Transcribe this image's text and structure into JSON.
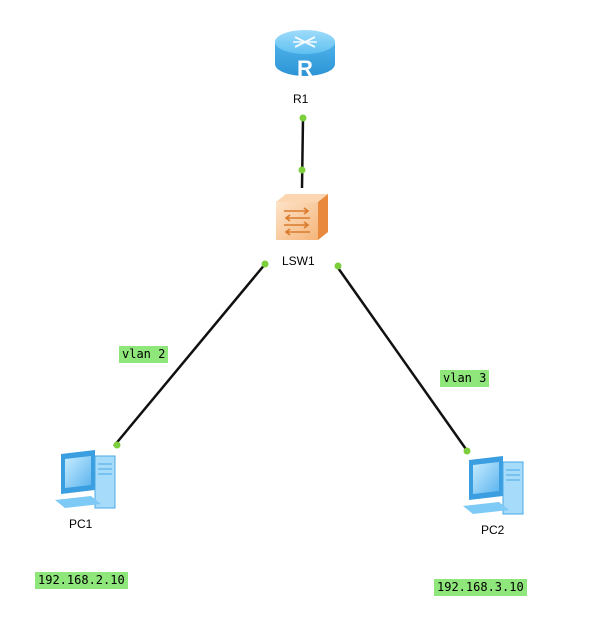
{
  "nodes": {
    "router": {
      "label": "R1",
      "glyph": "R"
    },
    "switch": {
      "label": "LSW1"
    },
    "pc1": {
      "label": "PC1"
    },
    "pc2": {
      "label": "PC2"
    }
  },
  "links": {
    "pc1_link": {
      "label": "vlan 2"
    },
    "pc2_link": {
      "label": "vlan 3"
    }
  },
  "addresses": {
    "pc1_ip": "192.168.2.10",
    "pc2_ip": "192.168.3.10"
  },
  "colors": {
    "link": "#111111",
    "port_dot": "#7ccf3c",
    "tag_bg": "#8fe67a",
    "router": "#4fb8ec",
    "switch": "#f3a865",
    "pc": "#5db7ef"
  }
}
